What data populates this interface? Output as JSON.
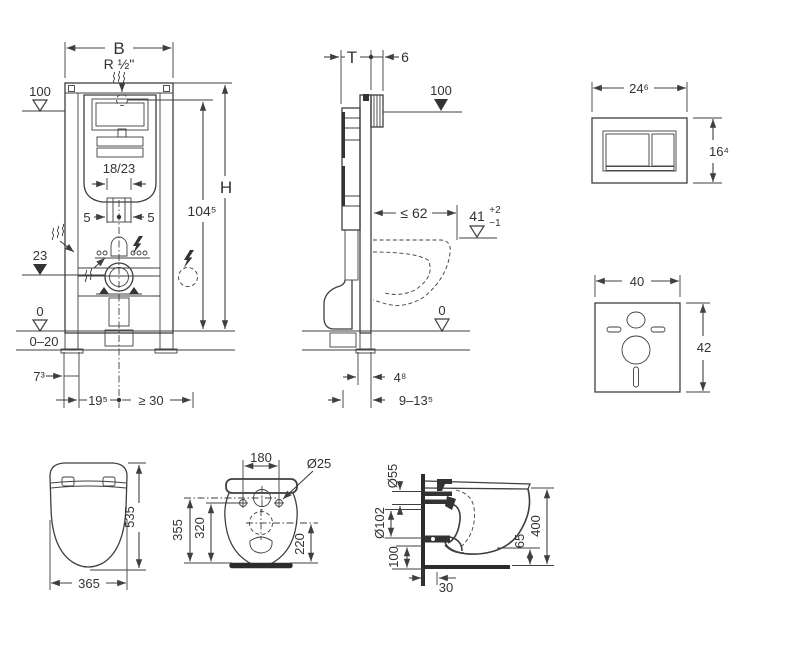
{
  "colors": {
    "ink": "#3f3f3f",
    "background": "#ffffff"
  },
  "front": {
    "b": "B",
    "supply": "R ½\"",
    "level100": "100",
    "h": "H",
    "h1045": "104⁵",
    "bend": "18/23",
    "off_l": "5",
    "off_r": "5",
    "level23": "23",
    "zero": "0",
    "range": "0–20",
    "d73": "7³",
    "d195": "19⁵",
    "min30": "≥ 30"
  },
  "side": {
    "t": "T",
    "d6": "6",
    "level100": "100",
    "d62": "≤ 62",
    "rim": "41",
    "rim_plus": "+2",
    "rim_minus": "−1",
    "zero": "0",
    "d48": "4⁸",
    "d9135": "9–13⁵"
  },
  "plate": {
    "w": "24⁶",
    "h": "16⁴"
  },
  "pad": {
    "w": "40",
    "h": "42"
  },
  "bowl_top": {
    "l": "535",
    "w": "365"
  },
  "bowl_under": {
    "spacing": "180",
    "dia": "Ø25",
    "l355": "355",
    "l320": "320",
    "d220": "220"
  },
  "bowl_side": {
    "d55": "Ø55",
    "d102": "Ø102",
    "h100": "100",
    "c65": "65",
    "d400": "400",
    "d30": "30"
  }
}
